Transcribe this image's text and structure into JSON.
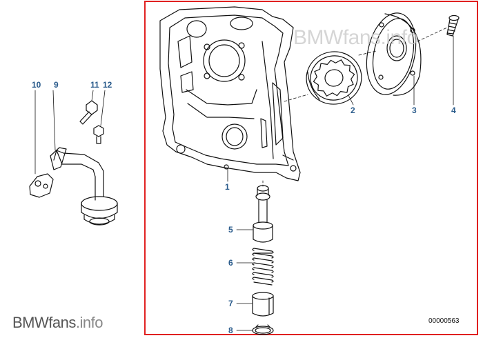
{
  "callouts": {
    "c1": "1",
    "c2": "2",
    "c3": "3",
    "c4": "4",
    "c5": "5",
    "c6": "6",
    "c7": "7",
    "c8": "8",
    "c9": "9",
    "c10": "10",
    "c11": "11",
    "c12": "12"
  },
  "watermark": {
    "main": "BMWfans",
    "tld": ".info"
  },
  "brand": {
    "main": "BMWfans",
    "tld": ".info"
  },
  "diagram_code": "00000563",
  "colors": {
    "frame": "#e02020",
    "callout": "#2b5c8c",
    "line": "#111111"
  }
}
